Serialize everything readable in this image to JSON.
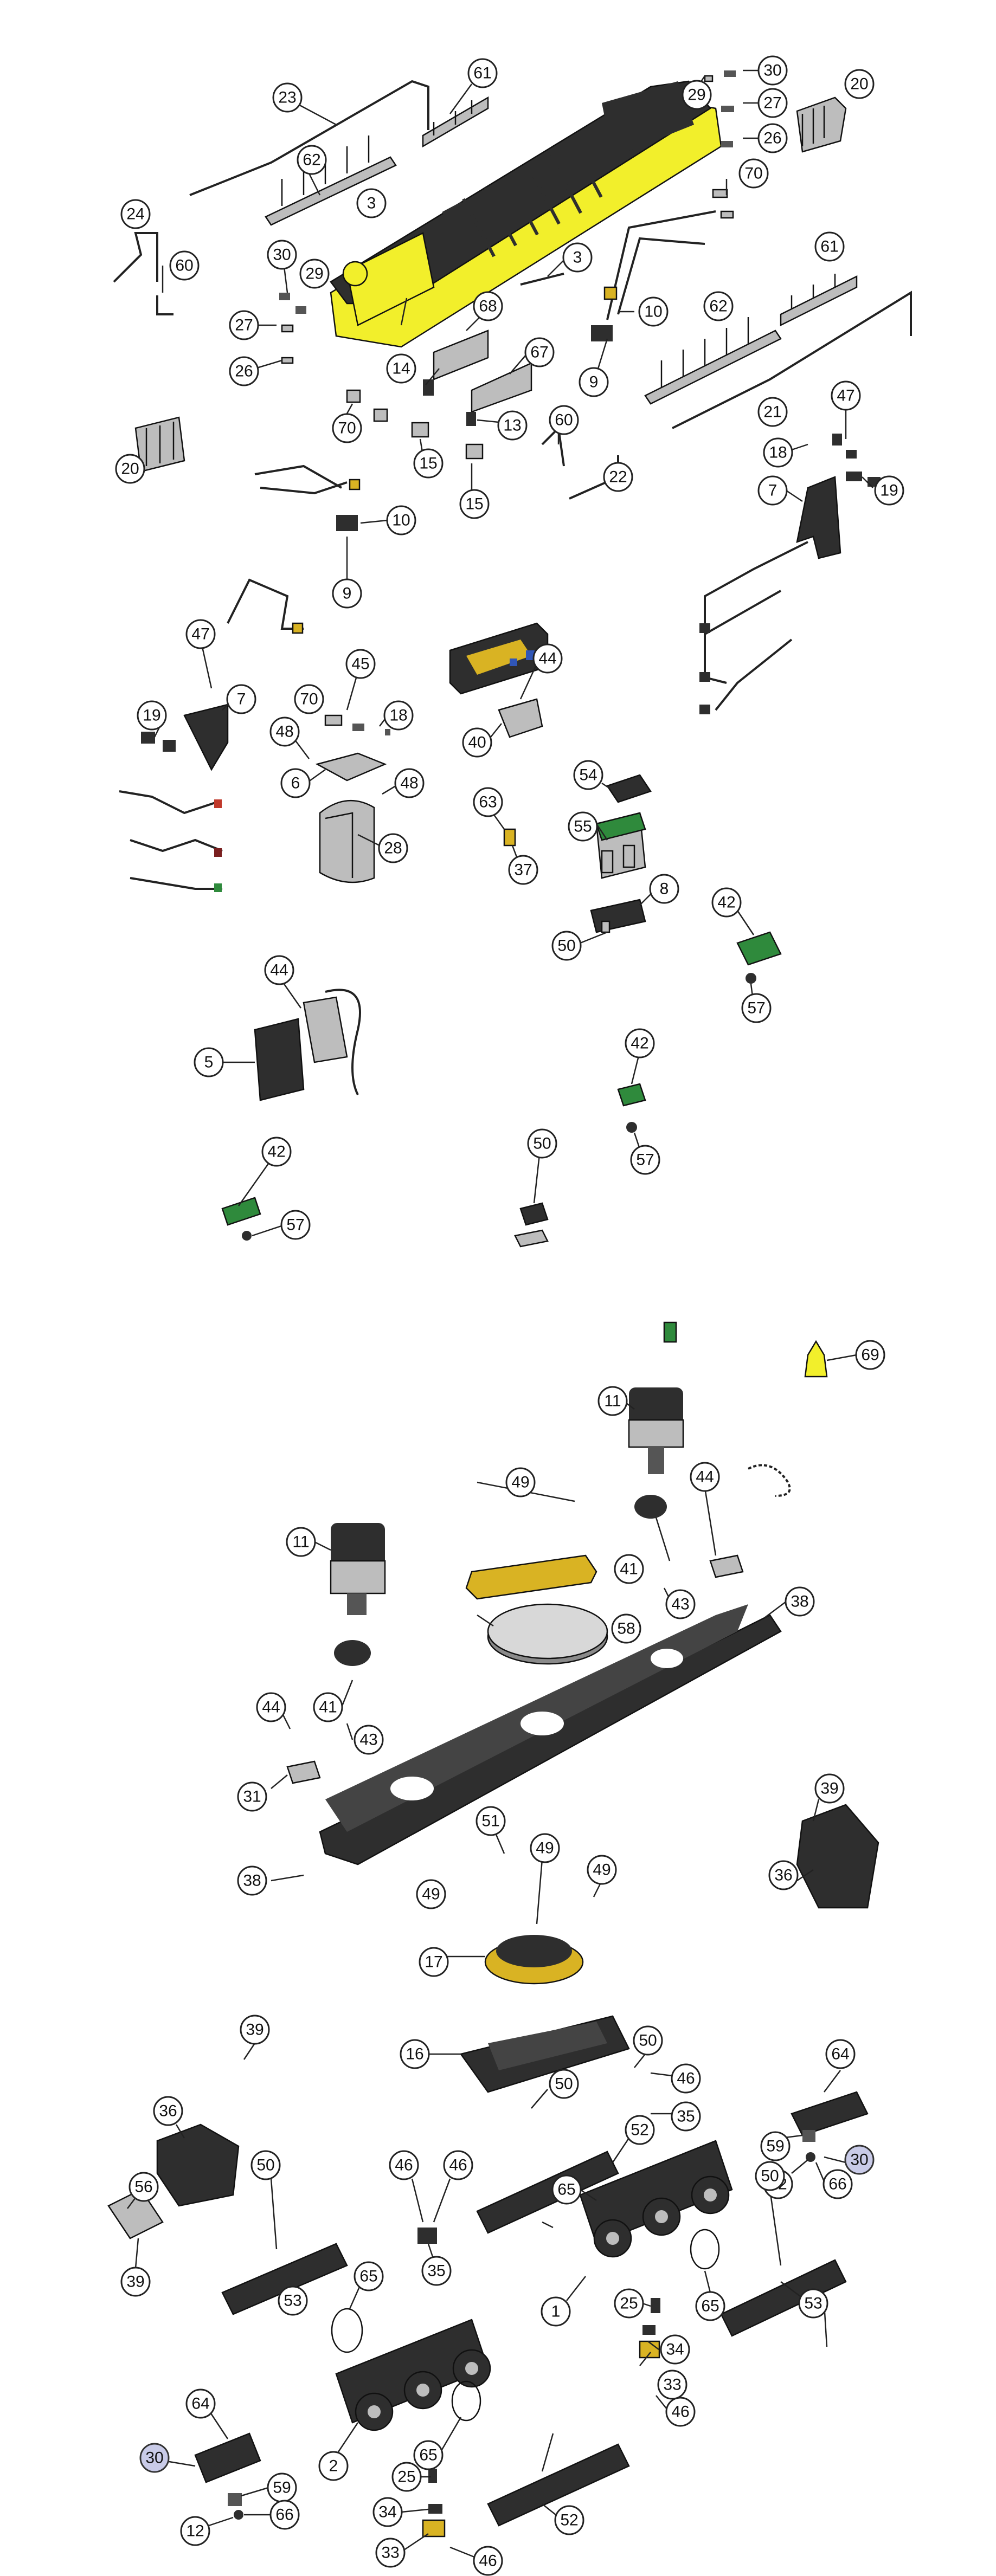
{
  "callouts": [
    {
      "id": "c23",
      "label": "23"
    },
    {
      "id": "c61a",
      "label": "61"
    },
    {
      "id": "c29a",
      "label": "29"
    },
    {
      "id": "c30a",
      "label": "30"
    },
    {
      "id": "c20a",
      "label": "20"
    },
    {
      "id": "c27a",
      "label": "27"
    },
    {
      "id": "c26a",
      "label": "26"
    },
    {
      "id": "c62a",
      "label": "62"
    },
    {
      "id": "c3a",
      "label": "3"
    },
    {
      "id": "c70a",
      "label": "70"
    },
    {
      "id": "c24",
      "label": "24"
    },
    {
      "id": "c60a",
      "label": "60"
    },
    {
      "id": "c30b",
      "label": "30"
    },
    {
      "id": "c29b",
      "label": "29"
    },
    {
      "id": "c27b",
      "label": "27"
    },
    {
      "id": "c26b",
      "label": "26"
    },
    {
      "id": "c3b",
      "label": "3"
    },
    {
      "id": "c61b",
      "label": "61"
    },
    {
      "id": "c68",
      "label": "68"
    },
    {
      "id": "c10a",
      "label": "10"
    },
    {
      "id": "c62b",
      "label": "62"
    },
    {
      "id": "c14",
      "label": "14"
    },
    {
      "id": "c67",
      "label": "67"
    },
    {
      "id": "c9a",
      "label": "9"
    },
    {
      "id": "c70b",
      "label": "70"
    },
    {
      "id": "c13",
      "label": "13"
    },
    {
      "id": "c21",
      "label": "21"
    },
    {
      "id": "c47a",
      "label": "47"
    },
    {
      "id": "c15a",
      "label": "15"
    },
    {
      "id": "c60b",
      "label": "60"
    },
    {
      "id": "c20b",
      "label": "20"
    },
    {
      "id": "c18a",
      "label": "18"
    },
    {
      "id": "c22",
      "label": "22"
    },
    {
      "id": "c19a",
      "label": "19"
    },
    {
      "id": "c15b",
      "label": "15"
    },
    {
      "id": "c7a",
      "label": "7"
    },
    {
      "id": "c10b",
      "label": "10"
    },
    {
      "id": "c9b",
      "label": "9"
    },
    {
      "id": "c47b",
      "label": "47"
    },
    {
      "id": "c44a",
      "label": "44"
    },
    {
      "id": "c45",
      "label": "45"
    },
    {
      "id": "c7b",
      "label": "7"
    },
    {
      "id": "c70c",
      "label": "70"
    },
    {
      "id": "c19b",
      "label": "19"
    },
    {
      "id": "c18b",
      "label": "18"
    },
    {
      "id": "c40",
      "label": "40"
    },
    {
      "id": "c48a",
      "label": "48"
    },
    {
      "id": "c6",
      "label": "6"
    },
    {
      "id": "c48b",
      "label": "48"
    },
    {
      "id": "c54",
      "label": "54"
    },
    {
      "id": "c63",
      "label": "63"
    },
    {
      "id": "c55",
      "label": "55"
    },
    {
      "id": "c28",
      "label": "28"
    },
    {
      "id": "c37",
      "label": "37"
    },
    {
      "id": "c8",
      "label": "8"
    },
    {
      "id": "c42a",
      "label": "42"
    },
    {
      "id": "c50a",
      "label": "50"
    },
    {
      "id": "c57a",
      "label": "57"
    },
    {
      "id": "c44b",
      "label": "44"
    },
    {
      "id": "c5",
      "label": "5"
    },
    {
      "id": "c42b",
      "label": "42"
    },
    {
      "id": "c57b",
      "label": "57"
    },
    {
      "id": "c50b",
      "label": "50"
    },
    {
      "id": "c42c",
      "label": "42"
    },
    {
      "id": "c57c",
      "label": "57"
    },
    {
      "id": "c69",
      "label": "69"
    },
    {
      "id": "c11a",
      "label": "11"
    },
    {
      "id": "c49a",
      "label": "49"
    },
    {
      "id": "c44c",
      "label": "44"
    },
    {
      "id": "c11b",
      "label": "11"
    },
    {
      "id": "c41a",
      "label": "41"
    },
    {
      "id": "c43a",
      "label": "43"
    },
    {
      "id": "c38a",
      "label": "38"
    },
    {
      "id": "c58",
      "label": "58"
    },
    {
      "id": "c44d",
      "label": "44"
    },
    {
      "id": "c41b",
      "label": "41"
    },
    {
      "id": "c43b",
      "label": "43"
    },
    {
      "id": "c39a",
      "label": "39"
    },
    {
      "id": "c31",
      "label": "31"
    },
    {
      "id": "c51",
      "label": "51"
    },
    {
      "id": "c49b",
      "label": "49"
    },
    {
      "id": "c49c",
      "label": "49"
    },
    {
      "id": "c38b",
      "label": "38"
    },
    {
      "id": "c36a",
      "label": "36"
    },
    {
      "id": "c49d",
      "label": "49"
    },
    {
      "id": "c17",
      "label": "17"
    },
    {
      "id": "c16",
      "label": "16"
    },
    {
      "id": "c50c",
      "label": "50"
    },
    {
      "id": "c46a",
      "label": "46"
    },
    {
      "id": "c64a",
      "label": "64"
    },
    {
      "id": "c39b",
      "label": "39"
    },
    {
      "id": "c50d",
      "label": "50"
    },
    {
      "id": "c35a",
      "label": "35"
    },
    {
      "id": "c36b",
      "label": "36"
    },
    {
      "id": "c52a",
      "label": "52"
    },
    {
      "id": "c59a",
      "label": "59"
    },
    {
      "id": "c30c",
      "label": "30"
    },
    {
      "id": "c12a",
      "label": "12"
    },
    {
      "id": "c66a",
      "label": "66"
    },
    {
      "id": "c65a",
      "label": "65"
    },
    {
      "id": "c56",
      "label": "56"
    },
    {
      "id": "c50e",
      "label": "50"
    },
    {
      "id": "c46b",
      "label": "46"
    },
    {
      "id": "c46c",
      "label": "46"
    },
    {
      "id": "c50f",
      "label": "50"
    },
    {
      "id": "c35b",
      "label": "35"
    },
    {
      "id": "c1",
      "label": "1"
    },
    {
      "id": "c65b",
      "label": "65"
    },
    {
      "id": "c53a",
      "label": "53"
    },
    {
      "id": "c39c",
      "label": "39"
    },
    {
      "id": "c65c",
      "label": "65"
    },
    {
      "id": "c25a",
      "label": "25"
    },
    {
      "id": "c53b",
      "label": "53"
    },
    {
      "id": "c50g",
      "label": "50"
    },
    {
      "id": "c34a",
      "label": "34"
    },
    {
      "id": "c33a",
      "label": "33"
    },
    {
      "id": "c64b",
      "label": "64"
    },
    {
      "id": "c2",
      "label": "2"
    },
    {
      "id": "c65d",
      "label": "65"
    },
    {
      "id": "c46d",
      "label": "46"
    },
    {
      "id": "c30d",
      "label": "30"
    },
    {
      "id": "c25b",
      "label": "25"
    },
    {
      "id": "c52b",
      "label": "52"
    },
    {
      "id": "c59b",
      "label": "59"
    },
    {
      "id": "c34b",
      "label": "34"
    },
    {
      "id": "c66b",
      "label": "66"
    },
    {
      "id": "c12b",
      "label": "12"
    },
    {
      "id": "c33b",
      "label": "33"
    },
    {
      "id": "c46e",
      "label": "46"
    }
  ],
  "colors": {
    "body_yellow": "#f2ef2b",
    "part_dark": "#2e2e2e",
    "pcb_green": "#2f8a3c",
    "callout_highlight": "#c9cbe8"
  }
}
